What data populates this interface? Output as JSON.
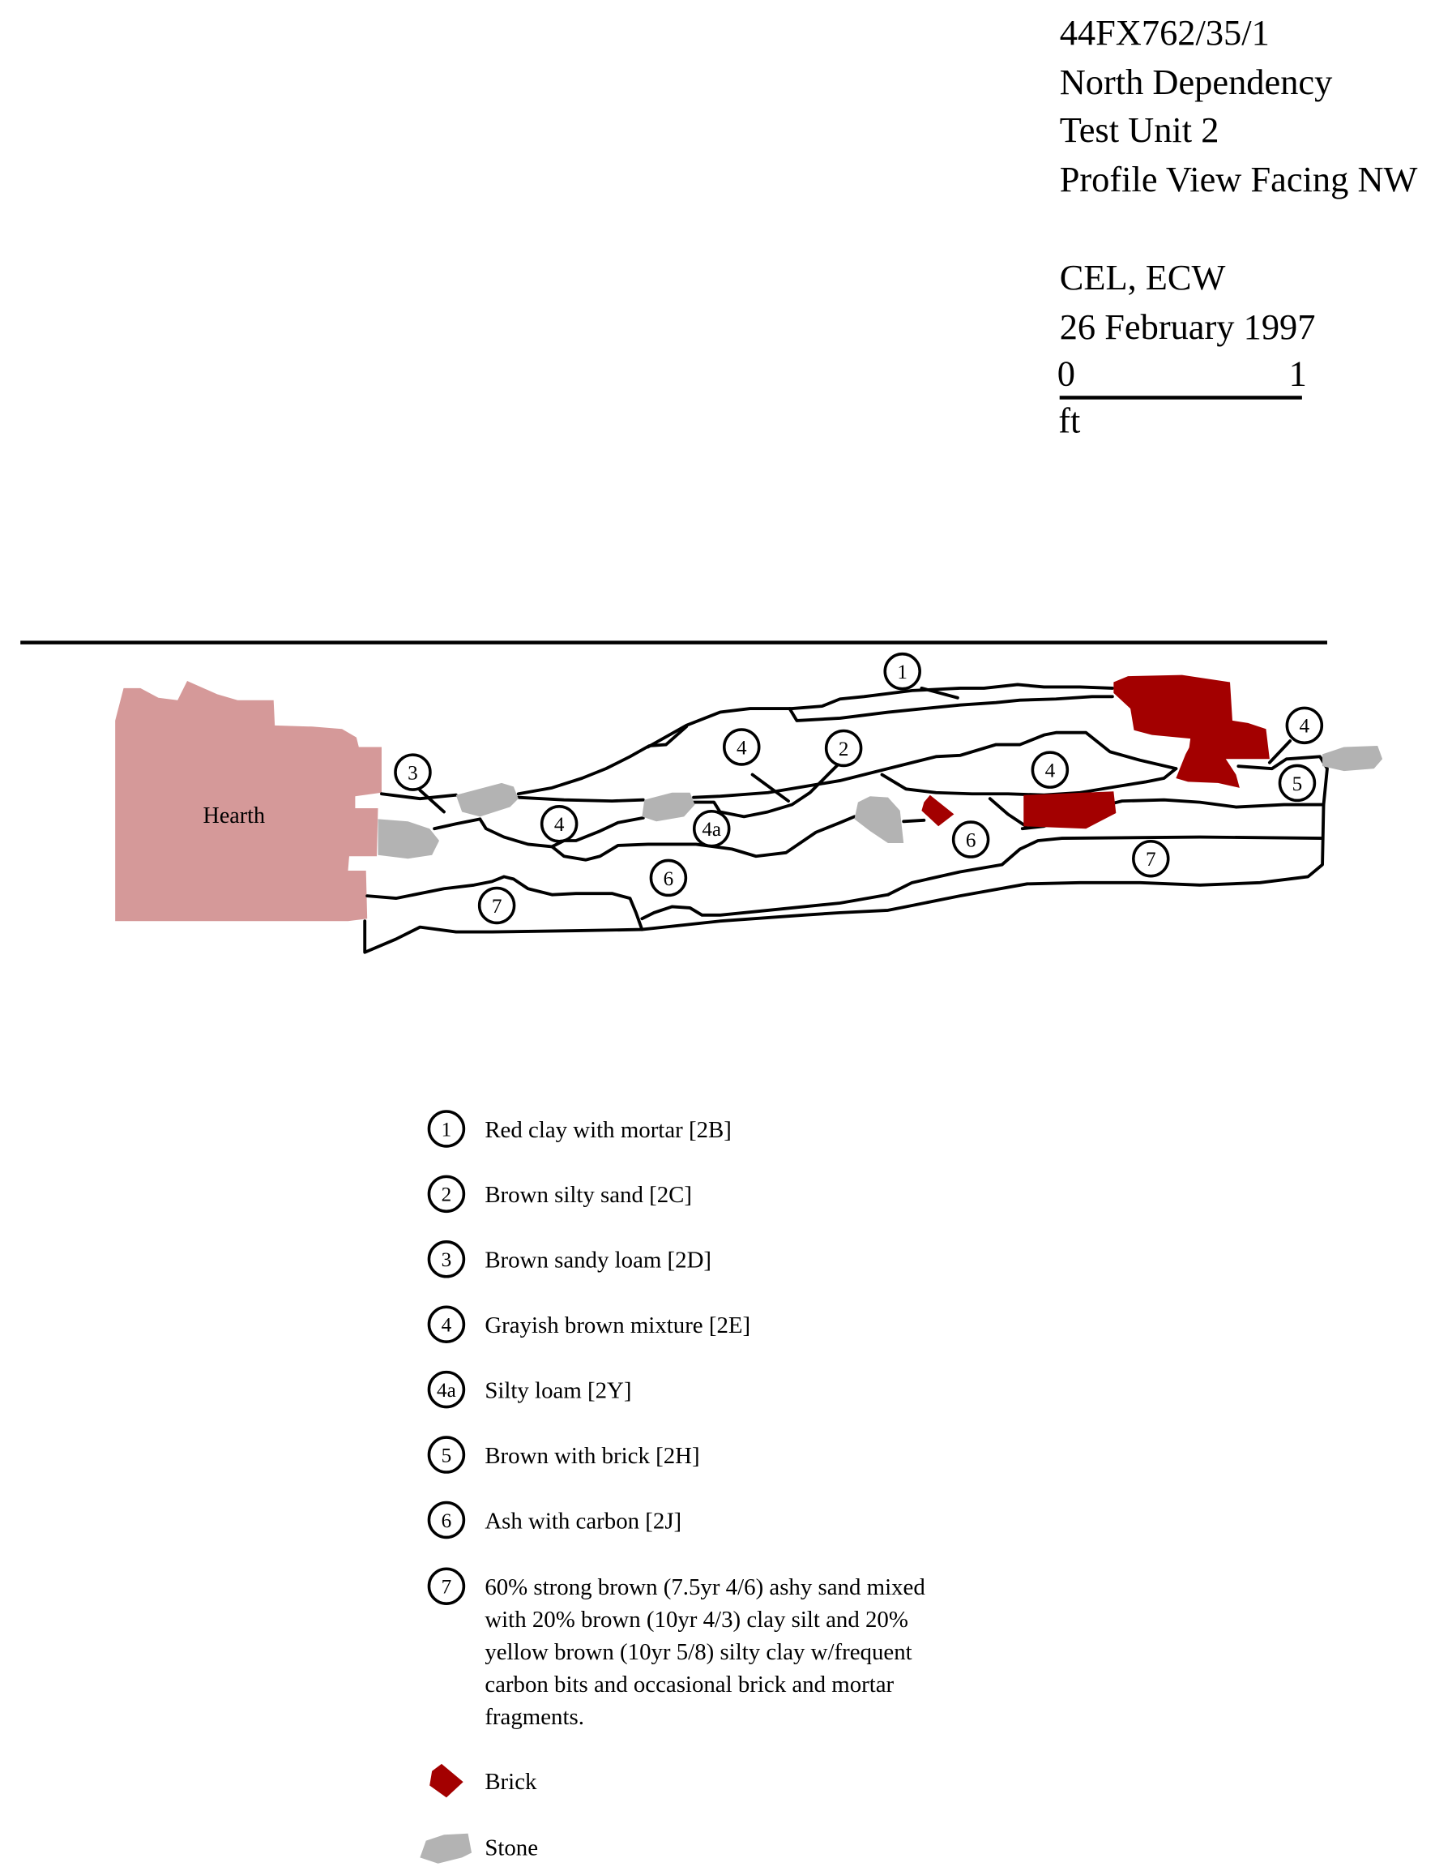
{
  "header": {
    "site_number": "44FX762/35/1",
    "location": "North Dependency",
    "unit": "Test Unit 2",
    "view": "Profile View Facing NW",
    "recorders": "CEL, ECW",
    "date": "26 February 1997",
    "scale": {
      "start": "0",
      "end": "1",
      "unit": "ft"
    }
  },
  "profile": {
    "hearth_label": "Hearth",
    "layer_markers": [
      {
        "label": "1"
      },
      {
        "label": "3"
      },
      {
        "label": "4"
      },
      {
        "label": "2"
      },
      {
        "label": "4"
      },
      {
        "label": "4"
      },
      {
        "label": "5"
      },
      {
        "label": "4"
      },
      {
        "label": "4a"
      },
      {
        "label": "6"
      },
      {
        "label": "6"
      },
      {
        "label": "7"
      },
      {
        "label": "7"
      }
    ]
  },
  "legend": {
    "layers": [
      {
        "num": "1",
        "text": "Red clay with mortar [2B]"
      },
      {
        "num": "2",
        "text": "Brown silty sand [2C]"
      },
      {
        "num": "3",
        "text": "Brown sandy loam [2D]"
      },
      {
        "num": "4",
        "text": "Grayish brown mixture [2E]"
      },
      {
        "num": "4a",
        "text": "Silty loam [2Y]"
      },
      {
        "num": "5",
        "text": "Brown with brick [2H]"
      },
      {
        "num": "6",
        "text": "Ash with carbon [2J]"
      }
    ],
    "layer7": {
      "num": "7",
      "lines": [
        "60% strong brown (7.5yr 4/6) ashy sand mixed",
        "with 20% brown (10yr 4/3) clay silt and 20%",
        "yellow brown (10yr 5/8) silty clay w/frequent",
        "carbon bits and occasional brick and mortar",
        "fragments."
      ]
    },
    "brick_label": "Brick",
    "stone_label": "Stone"
  },
  "colors": {
    "hearth": "#d59999",
    "brick": "#a30000",
    "stone": "#b3b3b3"
  }
}
